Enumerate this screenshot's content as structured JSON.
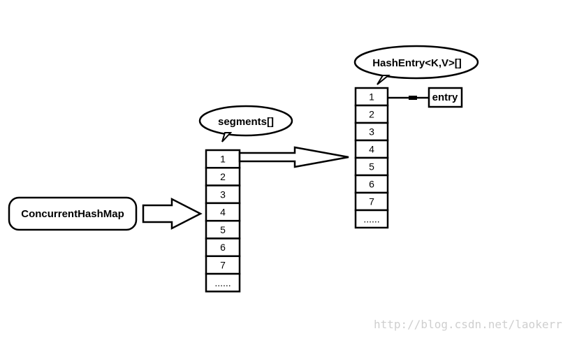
{
  "map_label": "ConcurrentHashMap",
  "segments": {
    "label": "segments[]",
    "cells": [
      "1",
      "2",
      "3",
      "4",
      "5",
      "6",
      "7",
      "......"
    ]
  },
  "hash_entries": {
    "label": "HashEntry<K,V>[]",
    "cells": [
      "1",
      "2",
      "3",
      "4",
      "5",
      "6",
      "7",
      "......"
    ]
  },
  "entry_label": "entry",
  "watermark": "http://blog.csdn.net/laokerr",
  "colors": {
    "stroke": "#000000",
    "background": "#ffffff",
    "watermark": "#cfcfcf"
  }
}
